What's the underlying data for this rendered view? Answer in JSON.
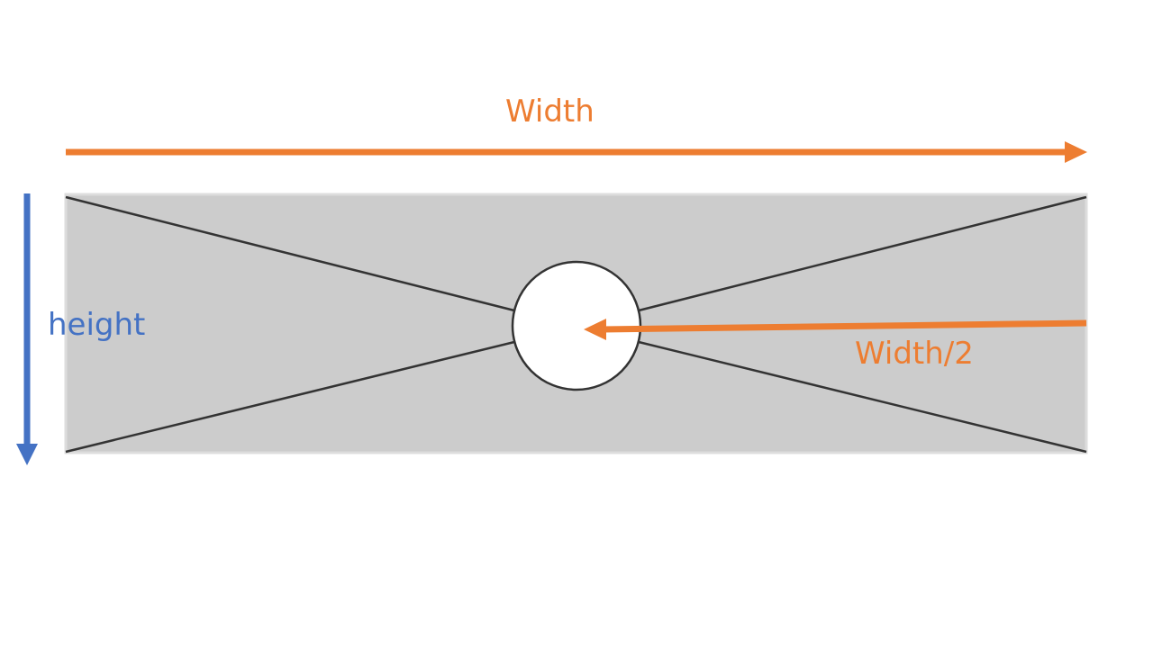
{
  "labels": {
    "width": "Width",
    "height": "height",
    "half_width": "Width/2"
  },
  "colors": {
    "accent_orange": "#ED7D31",
    "accent_blue": "#4472C4",
    "panel_fill": "#CCCCCC",
    "panel_border": "#DDDDDD",
    "diagonal_line": "#333333",
    "circle_fill": "#FFFFFF",
    "circle_stroke": "#333333"
  }
}
